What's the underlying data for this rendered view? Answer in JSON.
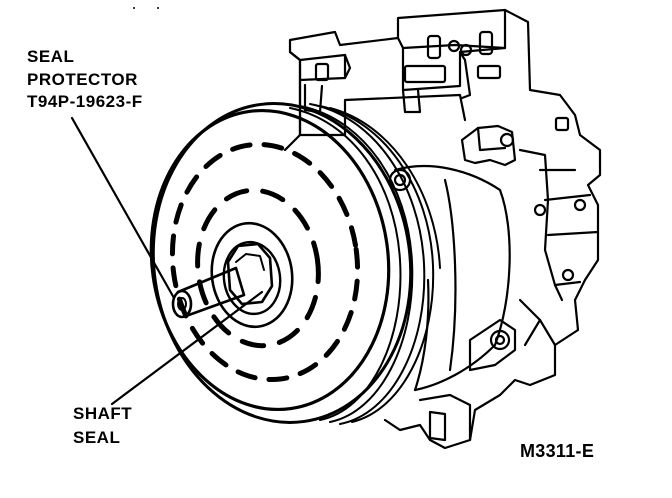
{
  "callouts": {
    "seal_protector": {
      "line1": "SEAL",
      "line2": "PROTECTOR",
      "line3": "T94P-19623-F"
    },
    "shaft_seal": {
      "line1": "SHAFT",
      "line2": "SEAL"
    }
  },
  "figure_id": "M3311-E",
  "colors": {
    "ink": "#000000",
    "paper": "#ffffff"
  }
}
